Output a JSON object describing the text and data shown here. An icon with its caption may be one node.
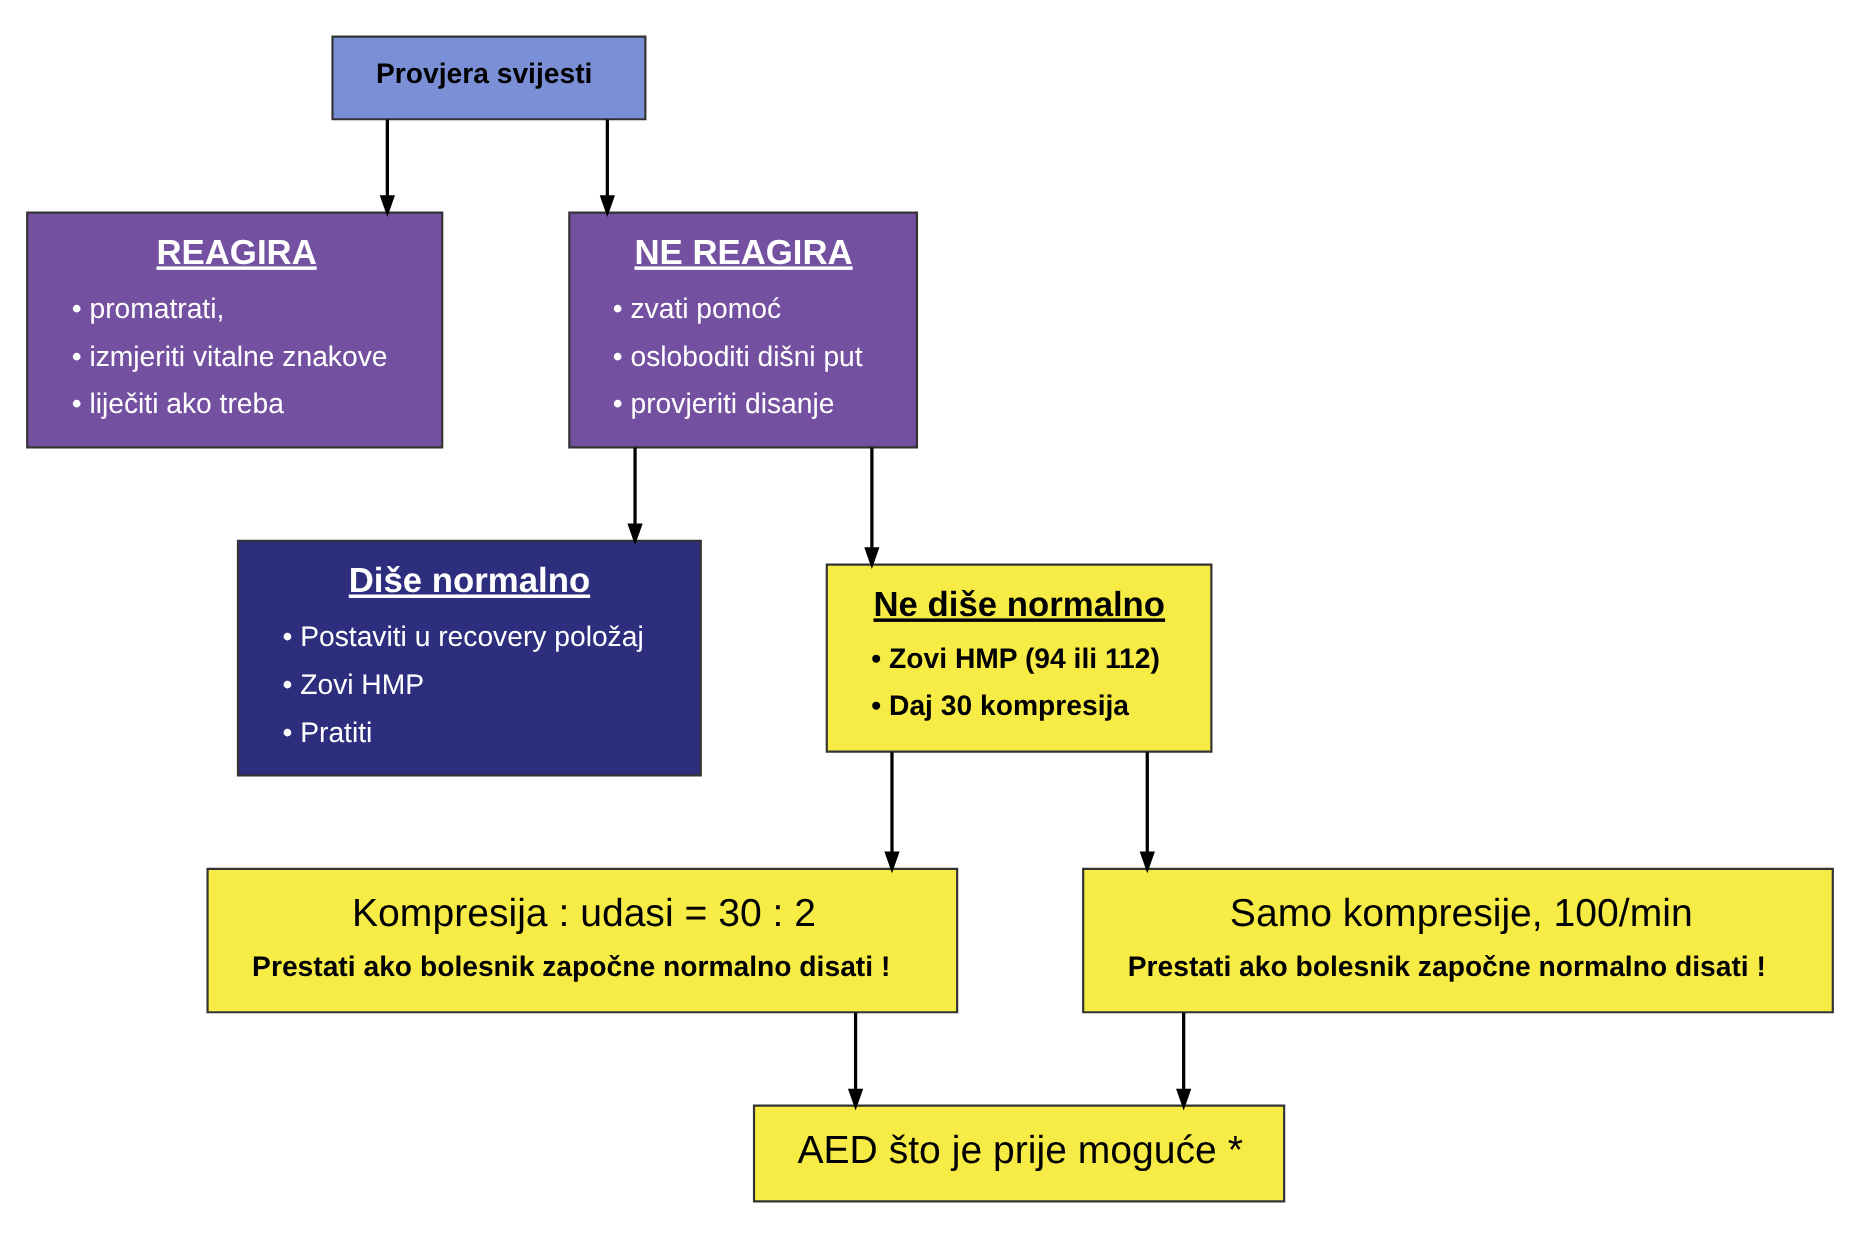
{
  "diagram": {
    "nodes": [
      {
        "text": [
          "Provjera svijesti"
        ]
      },
      {
        "text": [
          "REAGIRA",
          "• promatrati,",
          "• izmjeriti vitalne znakove",
          "• liječiti ako treba"
        ]
      },
      {
        "text": [
          "NE REAGIRA",
          "• zvati pomoć",
          "• osloboditi dišni put",
          "• provjeriti disanje"
        ]
      },
      {
        "text": [
          "Diše normalno",
          "• Postaviti u recovery položaj",
          "• Zovi HMP",
          "• Pratiti"
        ]
      },
      {
        "text": [
          "Ne diše normalno",
          "• Zovi HMP (94 ili 112)",
          "• Daj 30 kompresija"
        ]
      },
      {
        "text": [
          "Kompresija : udasi = 30 : 2",
          "Prestati ako bolesnik započne normalno disati !"
        ]
      },
      {
        "text": [
          "Samo kompresije, 100/min",
          "Prestati ako bolesnik započne normalno disati !"
        ]
      },
      {
        "text": [
          "AED što je prije moguće *"
        ]
      }
    ],
    "edges": [
      {
        "from": 0,
        "to": 1,
        "arrow": "to"
      },
      {
        "from": 0,
        "to": 2,
        "arrow": "to"
      },
      {
        "from": 2,
        "to": 3,
        "arrow": "to"
      },
      {
        "from": 2,
        "to": 4,
        "arrow": "to"
      },
      {
        "from": 4,
        "to": 5,
        "arrow": "to"
      },
      {
        "from": 4,
        "to": 6,
        "arrow": "to"
      },
      {
        "from": 5,
        "to": 7,
        "arrow": "to"
      },
      {
        "from": 6,
        "to": 7,
        "arrow": "to"
      }
    ]
  }
}
